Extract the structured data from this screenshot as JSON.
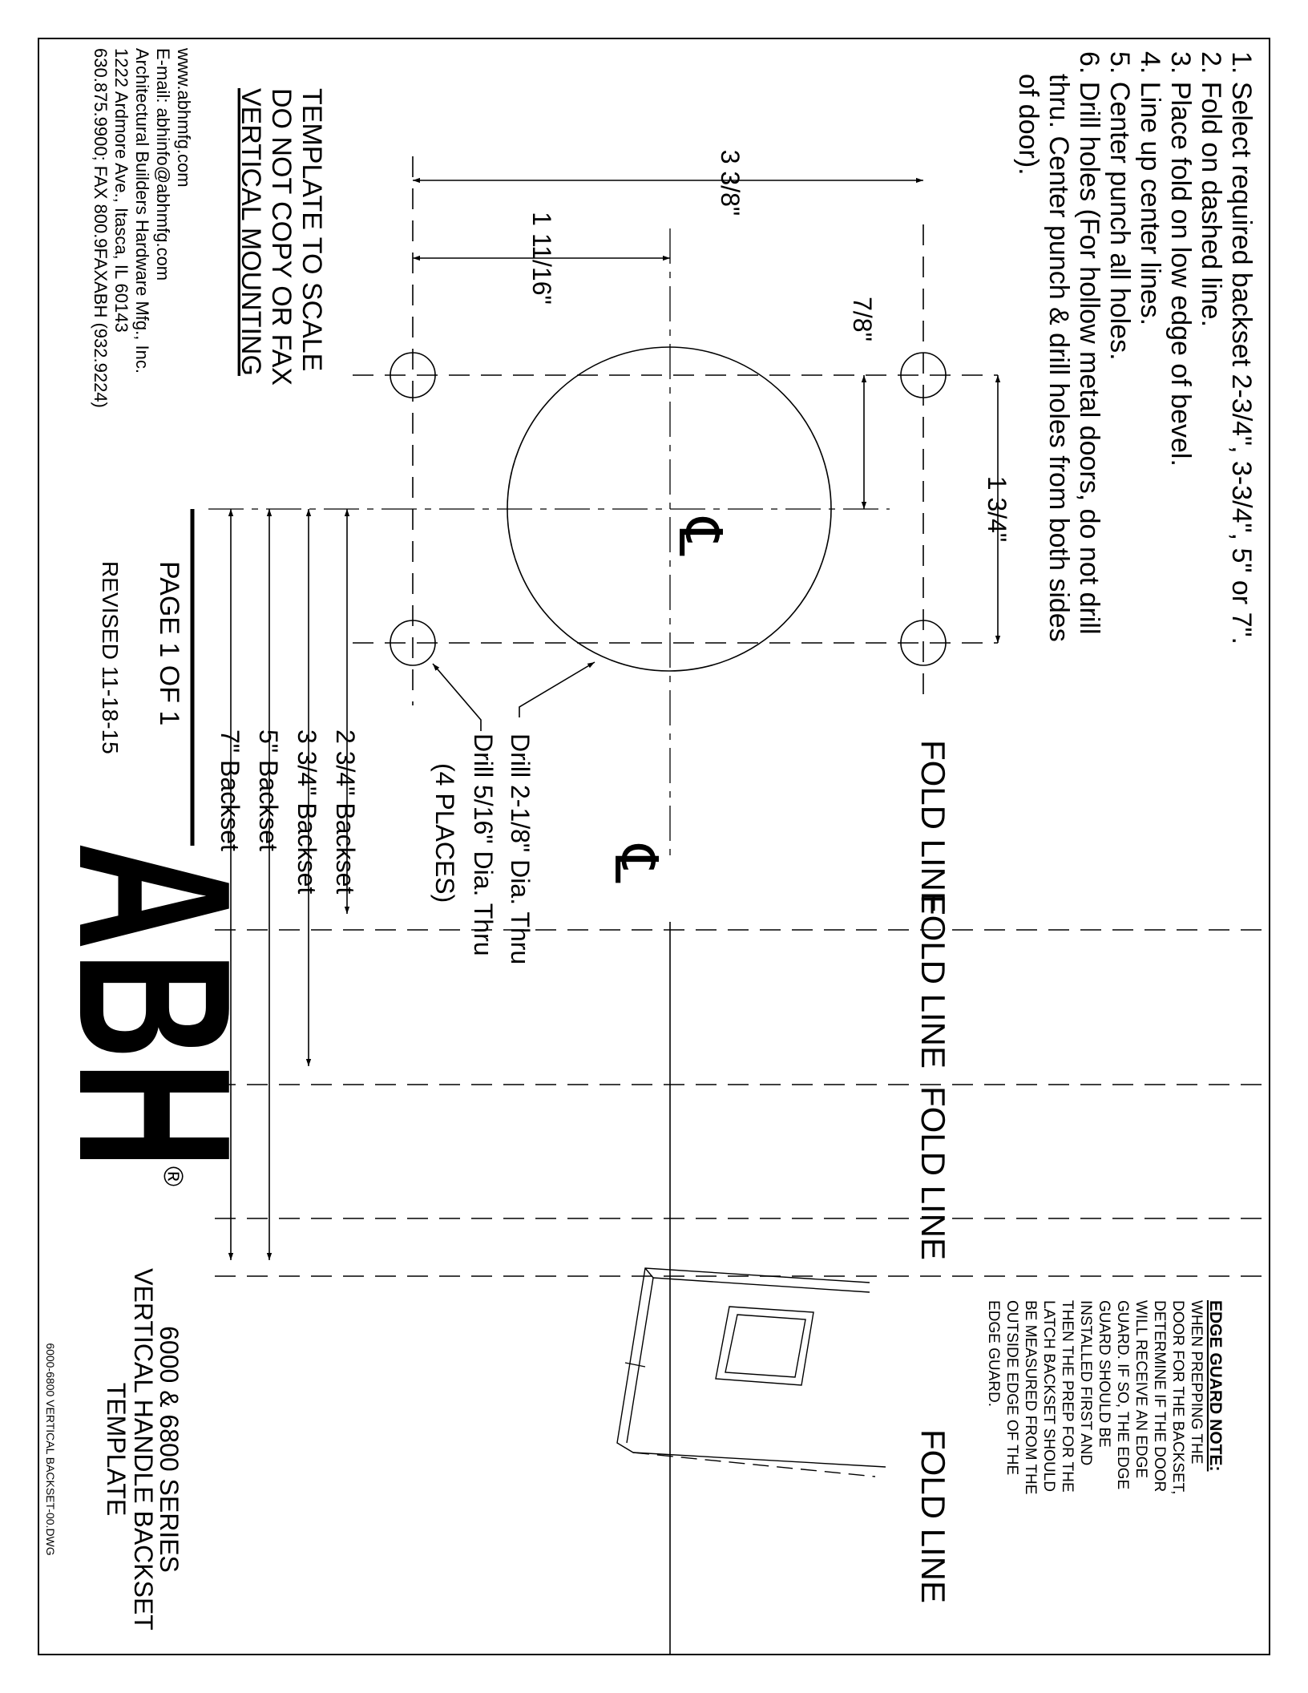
{
  "instructions": [
    "1. Select required backset 2-3/4\", 3-3/4\", 5\" or 7\".",
    "2. Fold on dashed line.",
    "3. Place fold on low edge of bevel.",
    "4. Line up center lines.",
    "5. Center punch all holes.",
    "6. Drill holes (For hollow metal doors, do not drill",
    "thru. Center punch & drill holes from both sides",
    "of door)."
  ],
  "dimensions": {
    "d1": "3 3/8\"",
    "d2": "1 11/16\"",
    "d3": "7/8\"",
    "d4": "1 3/4\""
  },
  "centerline_symbol": "℄",
  "callouts": {
    "drill_large": "Drill 2-1/8\" Dia. Thru",
    "drill_small": "Drill 5/16\" Dia. Thru",
    "places": "(4 PLACES)"
  },
  "fold_label": "FOLD LINE",
  "backsets": [
    "2 3/4\" Backset",
    "3 3/4\" Backset",
    "5\" Backset",
    "7\" Backset"
  ],
  "scale_note": [
    "TEMPLATE TO SCALE",
    "DO NOT COPY OR FAX",
    "VERTICAL MOUNTING"
  ],
  "company": {
    "web": "www.abhmfg.com",
    "email": "E-mail: abhinfo@abhmfg.com",
    "name": "Architectural Builders Hardware Mfg., Inc.",
    "address": "1222 Ardmore Ave., Itasca, IL 60143",
    "phone": "630.875.9900; FAX 800.9FAXABH (932.9224)"
  },
  "page": "PAGE 1 OF 1",
  "revised": "REVISED 11-18-15",
  "logo": "ABH",
  "registered_mark": "®",
  "title": [
    "6000 & 6800 SERIES",
    "VERTICAL HANDLE BACKSET",
    "TEMPLATE"
  ],
  "drawing_file": "6000-6800 VERTICAL BACKSET-00.DWG",
  "edge_guard": {
    "heading": "EDGE GUARD NOTE:",
    "lines": [
      "WHEN PREPPING THE",
      "DOOR FOR THE BACKSET,",
      "DETERMINE IF THE DOOR",
      "WILL RECEIVE AN EDGE",
      "GUARD. IF SO, THE EDGE",
      "GUARD SHOULD BE",
      "INSTALLED FIRST AND",
      "THEN THE PREP FOR THE",
      "LATCH BACKSET SHOULD",
      "BE MEASURED FROM THE",
      "OUTSIDE EDGE OF THE",
      "EDGE GUARD."
    ]
  }
}
